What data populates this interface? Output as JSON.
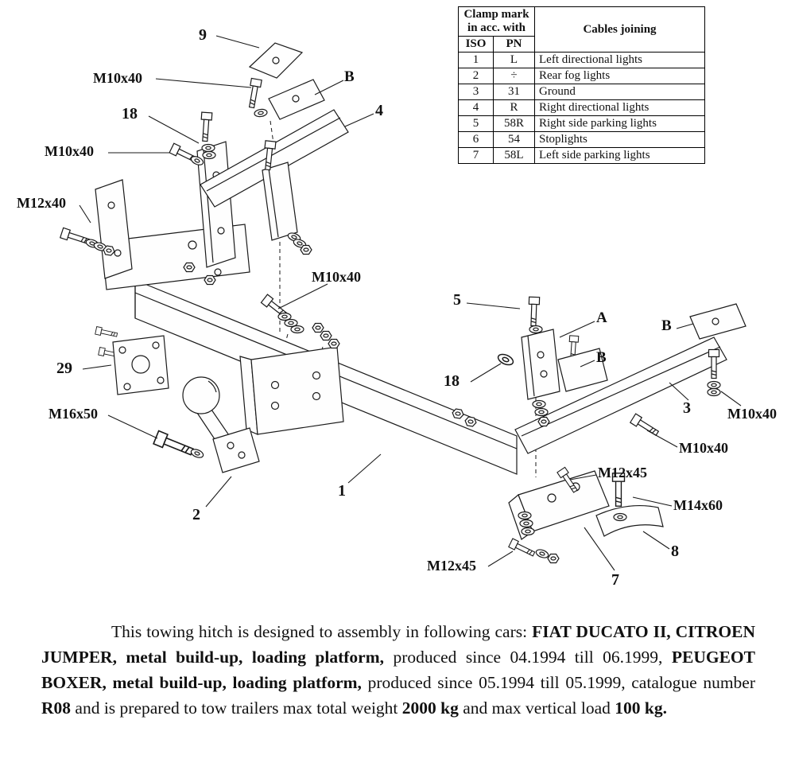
{
  "table": {
    "header": {
      "clamp_line1": "Clamp mark",
      "clamp_line2": "in acc. with",
      "cables": "Cables joining",
      "iso": "ISO",
      "pn": "PN"
    },
    "rows": [
      {
        "iso": "1",
        "pn": "L",
        "cable": "Left directional lights"
      },
      {
        "iso": "2",
        "pn": "÷",
        "cable": "Rear fog lights"
      },
      {
        "iso": "3",
        "pn": "31",
        "cable": "Ground"
      },
      {
        "iso": "4",
        "pn": "R",
        "cable": "Right directional lights"
      },
      {
        "iso": "5",
        "pn": "58R",
        "cable": "Right side parking lights"
      },
      {
        "iso": "6",
        "pn": "54",
        "cable": "Stoplights"
      },
      {
        "iso": "7",
        "pn": "58L",
        "cable": "Left side parking lights"
      }
    ]
  },
  "labels": {
    "n9": "9",
    "m10x40_1": "M10x40",
    "b1": "B",
    "n18a": "18",
    "n4": "4",
    "m10x40_2": "M10x40",
    "m12x40": "M12x40",
    "m10x40_3": "M10x40",
    "n5": "5",
    "a": "A",
    "b3": "B",
    "n29": "29",
    "n18b": "18",
    "b2": "B",
    "n3": "3",
    "m10x40_4": "M10x40",
    "m16x50": "M16x50",
    "m10x40_5": "M10x40",
    "m12x45_1": "M12x45",
    "m14x60": "M14x60",
    "n1": "1",
    "n2": "2",
    "n8": "8",
    "m12x45_2": "M12x45",
    "n7": "7"
  },
  "paragraph": {
    "segments": [
      {
        "text": "This towing hitch is designed to assembly in following cars: ",
        "bold": false
      },
      {
        "text": "FIAT DUCATO II, CITROEN JUMPER, metal build-up, loading platform,",
        "bold": true
      },
      {
        "text": " produced since 04.1994 till 06.1999, ",
        "bold": false
      },
      {
        "text": "PEUGEOT BOXER, metal build-up, loading platform,",
        "bold": true
      },
      {
        "text": " produced since 05.1994 till 05.1999, catalogue number ",
        "bold": false
      },
      {
        "text": "R08",
        "bold": true
      },
      {
        "text": " and is prepared to tow trailers max total weight ",
        "bold": false
      },
      {
        "text": "2000 kg",
        "bold": true
      },
      {
        "text": " and max vertical load ",
        "bold": false
      },
      {
        "text": "100 kg.",
        "bold": true
      }
    ]
  }
}
